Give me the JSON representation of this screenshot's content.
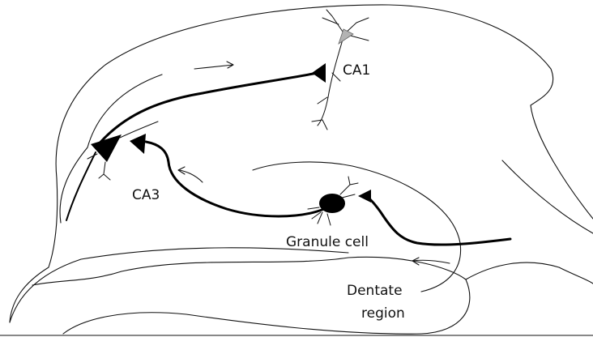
{
  "labels": {
    "ca1": "CA1",
    "ca3": "CA3",
    "granule_cell": "Granule cell",
    "dentate_line1": "Dentate",
    "dentate_line2": "region"
  },
  "colors": {
    "line": "#111111",
    "pathway": "#000000",
    "ca1_soma": "#b3b3b3",
    "background": "#ffffff"
  }
}
